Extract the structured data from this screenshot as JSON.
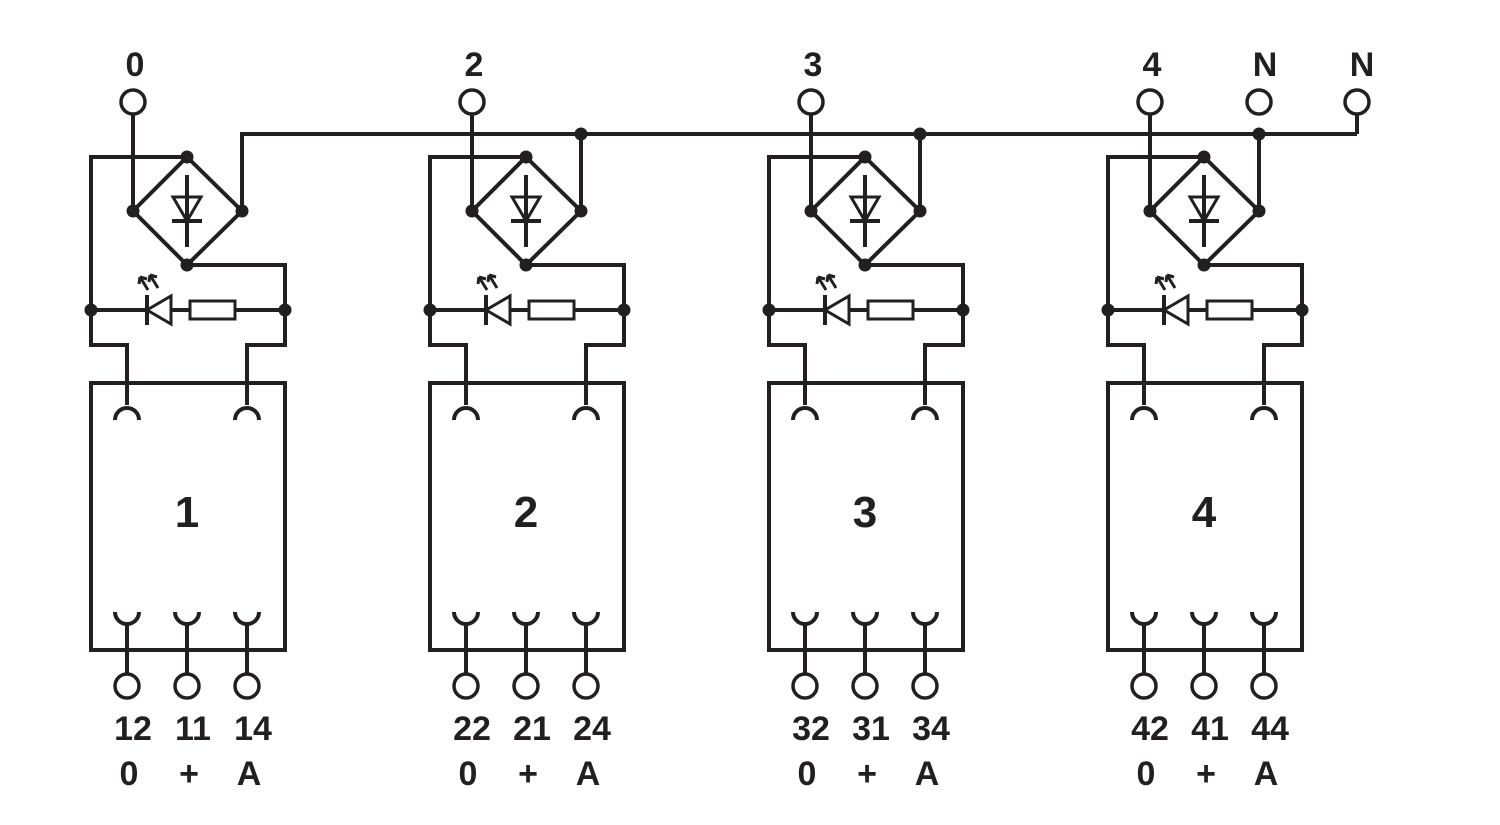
{
  "colors": {
    "line": "#231f20",
    "background": "#ffffff"
  },
  "top_terminals": [
    "0",
    "2",
    "3",
    "4",
    "N",
    "N"
  ],
  "modules": [
    {
      "number": "1",
      "pins": [
        "12",
        "11",
        "14"
      ],
      "sub": [
        "0",
        "+",
        "A"
      ]
    },
    {
      "number": "2",
      "pins": [
        "22",
        "21",
        "24"
      ],
      "sub": [
        "0",
        "+",
        "A"
      ]
    },
    {
      "number": "3",
      "pins": [
        "32",
        "31",
        "34"
      ],
      "sub": [
        "0",
        "+",
        "A"
      ]
    },
    {
      "number": "4",
      "pins": [
        "42",
        "41",
        "44"
      ],
      "sub": [
        "0",
        "+",
        "A"
      ]
    }
  ]
}
